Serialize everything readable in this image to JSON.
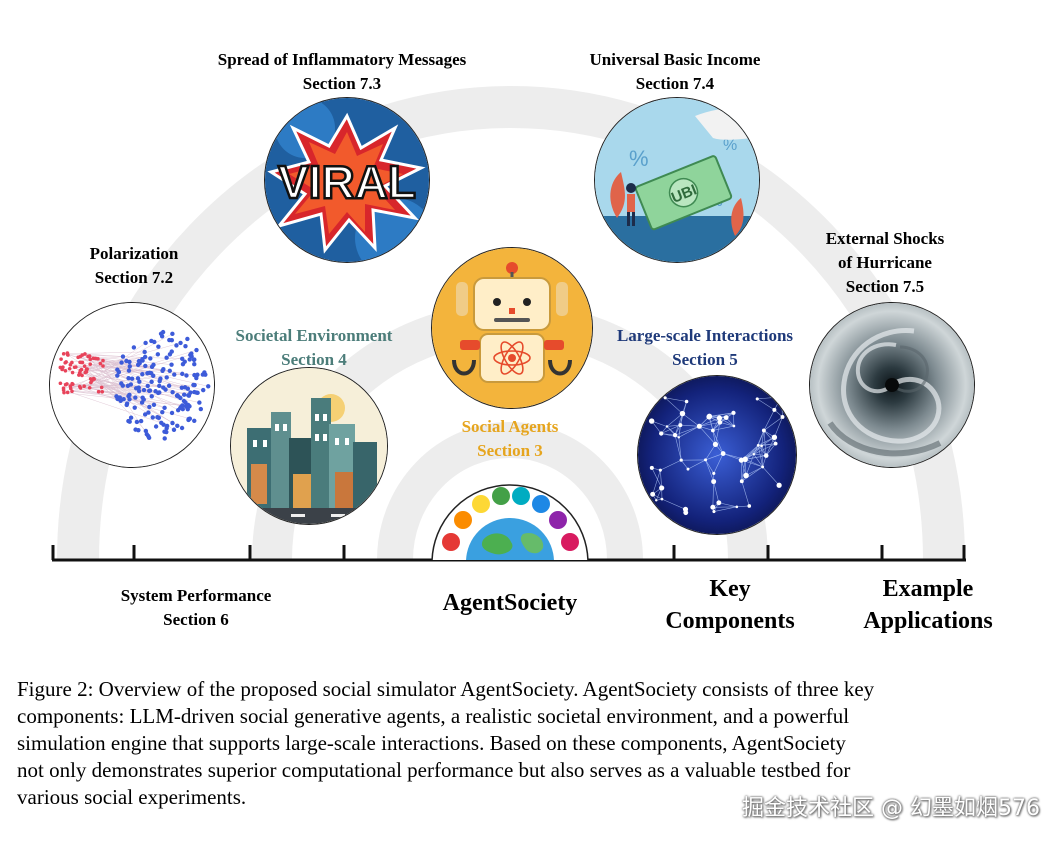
{
  "colors": {
    "arc": "#ededed",
    "axis": "#111111",
    "societal_environment": "#4c7d7a",
    "large_scale_interactions": "#1f3a7a",
    "social_agents": "#e6a51e"
  },
  "applications": {
    "inflammatory": {
      "title": "Spread of Inflammatory Messages",
      "section": "Section 7.3",
      "image_text": "VIRAL"
    },
    "ubi": {
      "title": "Universal Basic Income",
      "section": "Section 7.4",
      "image_text": "UBI"
    },
    "polarization": {
      "title": "Polarization",
      "section": "Section 7.2"
    },
    "hurricane": {
      "title_line1": "External Shocks",
      "title_line2": "of Hurricane",
      "section": "Section 7.5"
    },
    "system_performance": {
      "title": "System Performance",
      "section": "Section 6"
    }
  },
  "components": {
    "societal_environment": {
      "title": "Societal Environment",
      "section": "Section 4"
    },
    "large_scale_interactions": {
      "title": "Large-scale Interactions",
      "section": "Section 5"
    },
    "social_agents": {
      "title": "Social Agents",
      "section": "Section 3"
    }
  },
  "axis_labels": {
    "center": "AgentSociety",
    "key_components_line1": "Key",
    "key_components_line2": "Components",
    "example_applications_line1": "Example",
    "example_applications_line2": "Applications"
  },
  "caption": {
    "lines": [
      "Figure 2: Overview of the proposed social simulator AgentSociety. AgentSociety consists of three key",
      "components: LLM-driven social generative agents, a realistic societal environment, and a powerful",
      "simulation engine that supports large-scale interactions. Based on these components, AgentSociety",
      "not only demonstrates superior computational performance but also serves as a valuable testbed for",
      "various social experiments."
    ]
  },
  "watermark": "掘金技术社区 @ 幻墨如烟576"
}
